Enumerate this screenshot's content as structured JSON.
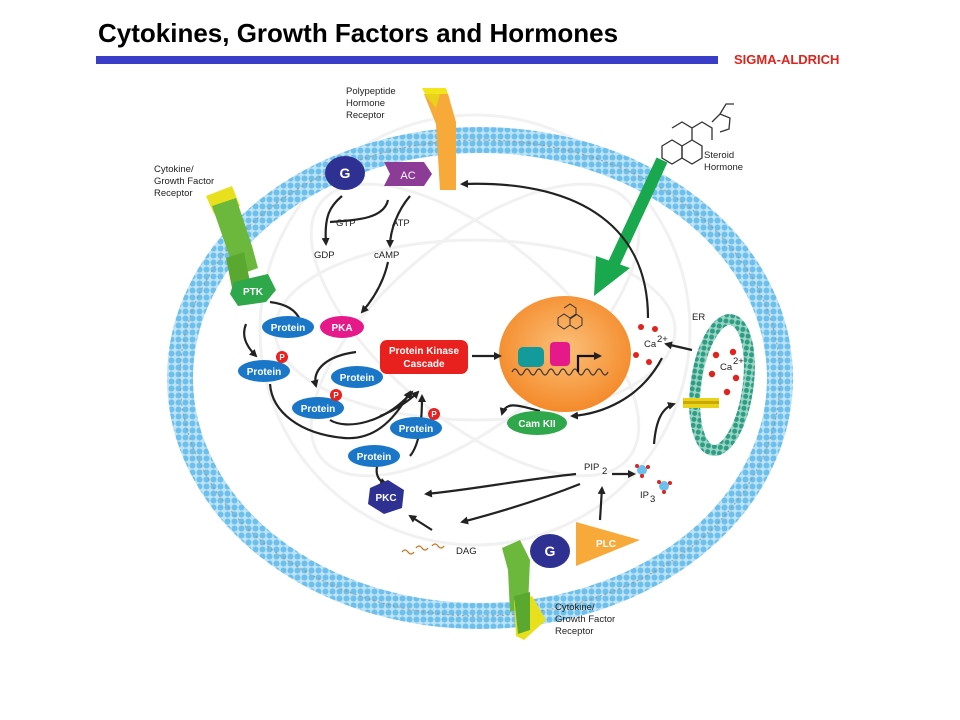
{
  "header": {
    "title": "Cytokines, Growth Factors and Hormones",
    "brand": "SIGMA-ALDRICH"
  },
  "colors": {
    "rule": "#3a3dc8",
    "brand": "#e0231c",
    "membrane": "#7ec8ee",
    "nucleus": "#f7a24b",
    "protein_blue": "#1a77c8",
    "receptor_green": "#6cb83c",
    "receptor_orange": "#f7a93a",
    "g_protein": "#2e3192",
    "ac_purple": "#8c3b96",
    "pka_pink": "#e6198a",
    "cascade_red": "#e8201e",
    "er_teal": "#3aa890",
    "steroid_arrow": "#1aa84f"
  },
  "labels": {
    "polypeptide_receptor": [
      "Polypeptide",
      "Hormone",
      "Receptor"
    ],
    "cytokine_receptor_top": [
      "Cytokine/",
      "Growth Factor",
      "Receptor"
    ],
    "cytokine_receptor_bottom": [
      "Cytokine/",
      "Growth Factor",
      "Receptor"
    ],
    "steroid_hormone": [
      "Steroid",
      "Hormone"
    ],
    "er": "ER",
    "gtp": "GTP",
    "atp": "ATP",
    "gdp": "GDP",
    "camp": "cAMP",
    "dag": "DAG",
    "pip2": "PIP",
    "pip2_sub": "2",
    "ip3": "IP",
    "ip3_sub": "3",
    "ca_nucleus": "Ca",
    "ca_er": "Ca",
    "ca_sup": "2+"
  },
  "nodes": {
    "g_top": "G",
    "ac": "AC",
    "ptk": "PTK",
    "pka": "PKA",
    "protein_1": "Protein",
    "protein_2": "Protein",
    "protein_3": "Protein",
    "protein_4": "Protein",
    "protein_5": "Protein",
    "protein_6": "Protein",
    "phospho": "P",
    "cascade": [
      "Protein Kinase",
      "Cascade"
    ],
    "cam_kii": "Cam KII",
    "pkc": "PKC",
    "g_bottom": "G",
    "plc": "PLC"
  }
}
